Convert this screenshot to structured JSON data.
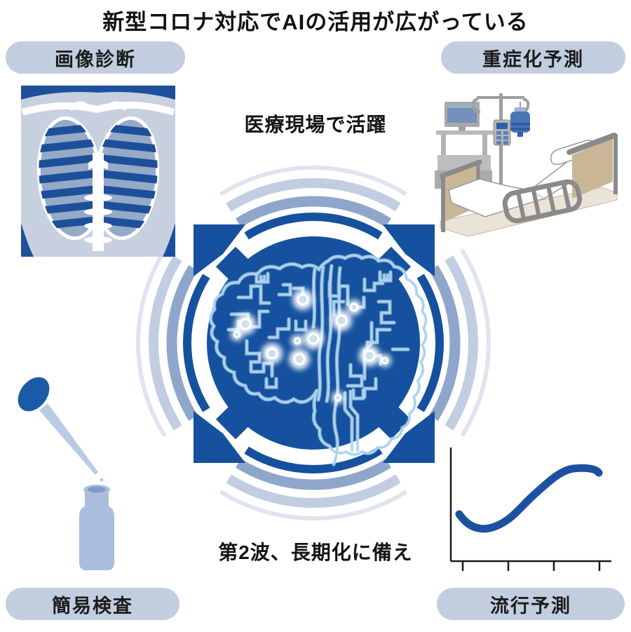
{
  "title": "新型コロナ対応でAIの活用が広がっている",
  "labels": {
    "top_left": "画像診断",
    "top_right": "重症化予測",
    "bottom_left": "簡易検査",
    "bottom_right": "流行予測"
  },
  "captions": {
    "center_top": "医療現場で活躍",
    "center_bottom": "第2波、長期化に備え"
  },
  "colors": {
    "primary_blue": "#15519e",
    "ring_slate": "#8fa6cb",
    "ring_light": "#c2cde1",
    "ring_faint": "#dfe4ee",
    "pill_background": "#c3cde0",
    "brain_trace": "#a9d3ee",
    "equipment_gray": "#b0b0b0",
    "bed_tan": "#c9b697"
  },
  "icons": {
    "center": "ai-circuit-brain-with-expand-arrows",
    "top_left": "chest-xray",
    "top_right": "hospital-bed",
    "bottom_left": "dropper-and-vial",
    "bottom_right": "epidemic-s-curve"
  }
}
